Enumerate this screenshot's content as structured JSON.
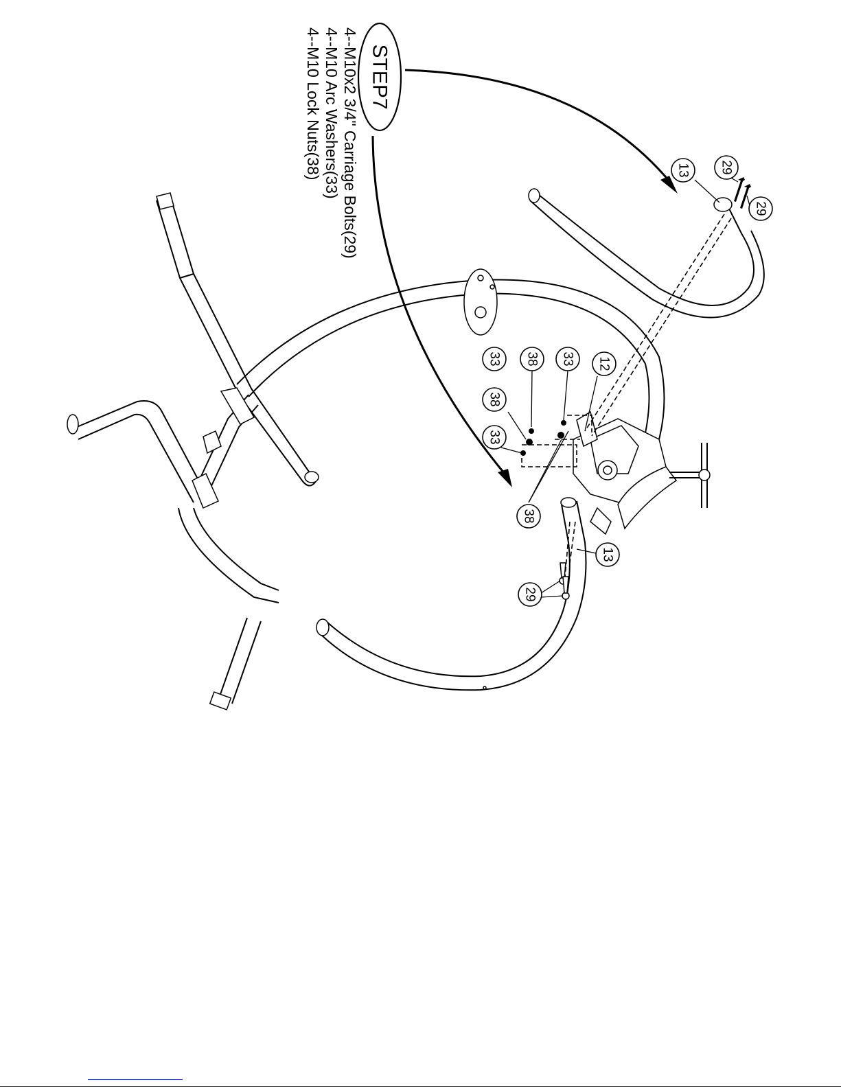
{
  "step": {
    "title": "STEP7"
  },
  "parts_list": [
    {
      "text": "4--M10x2 3/4\"  Carriage  Bolts(29)"
    },
    {
      "text": "4--M10 Arc Washers(33)"
    },
    {
      "text": "4--M10 Lock Nuts(38)"
    }
  ],
  "callouts": {
    "c13a": "13",
    "c29a": "29",
    "c29b": "29",
    "c12": "12",
    "c33a": "33",
    "c38a": "38",
    "c33b": "33",
    "c38b": "38",
    "c33c": "33",
    "c38c": "38",
    "c13b": "13",
    "c29c": "29"
  }
}
